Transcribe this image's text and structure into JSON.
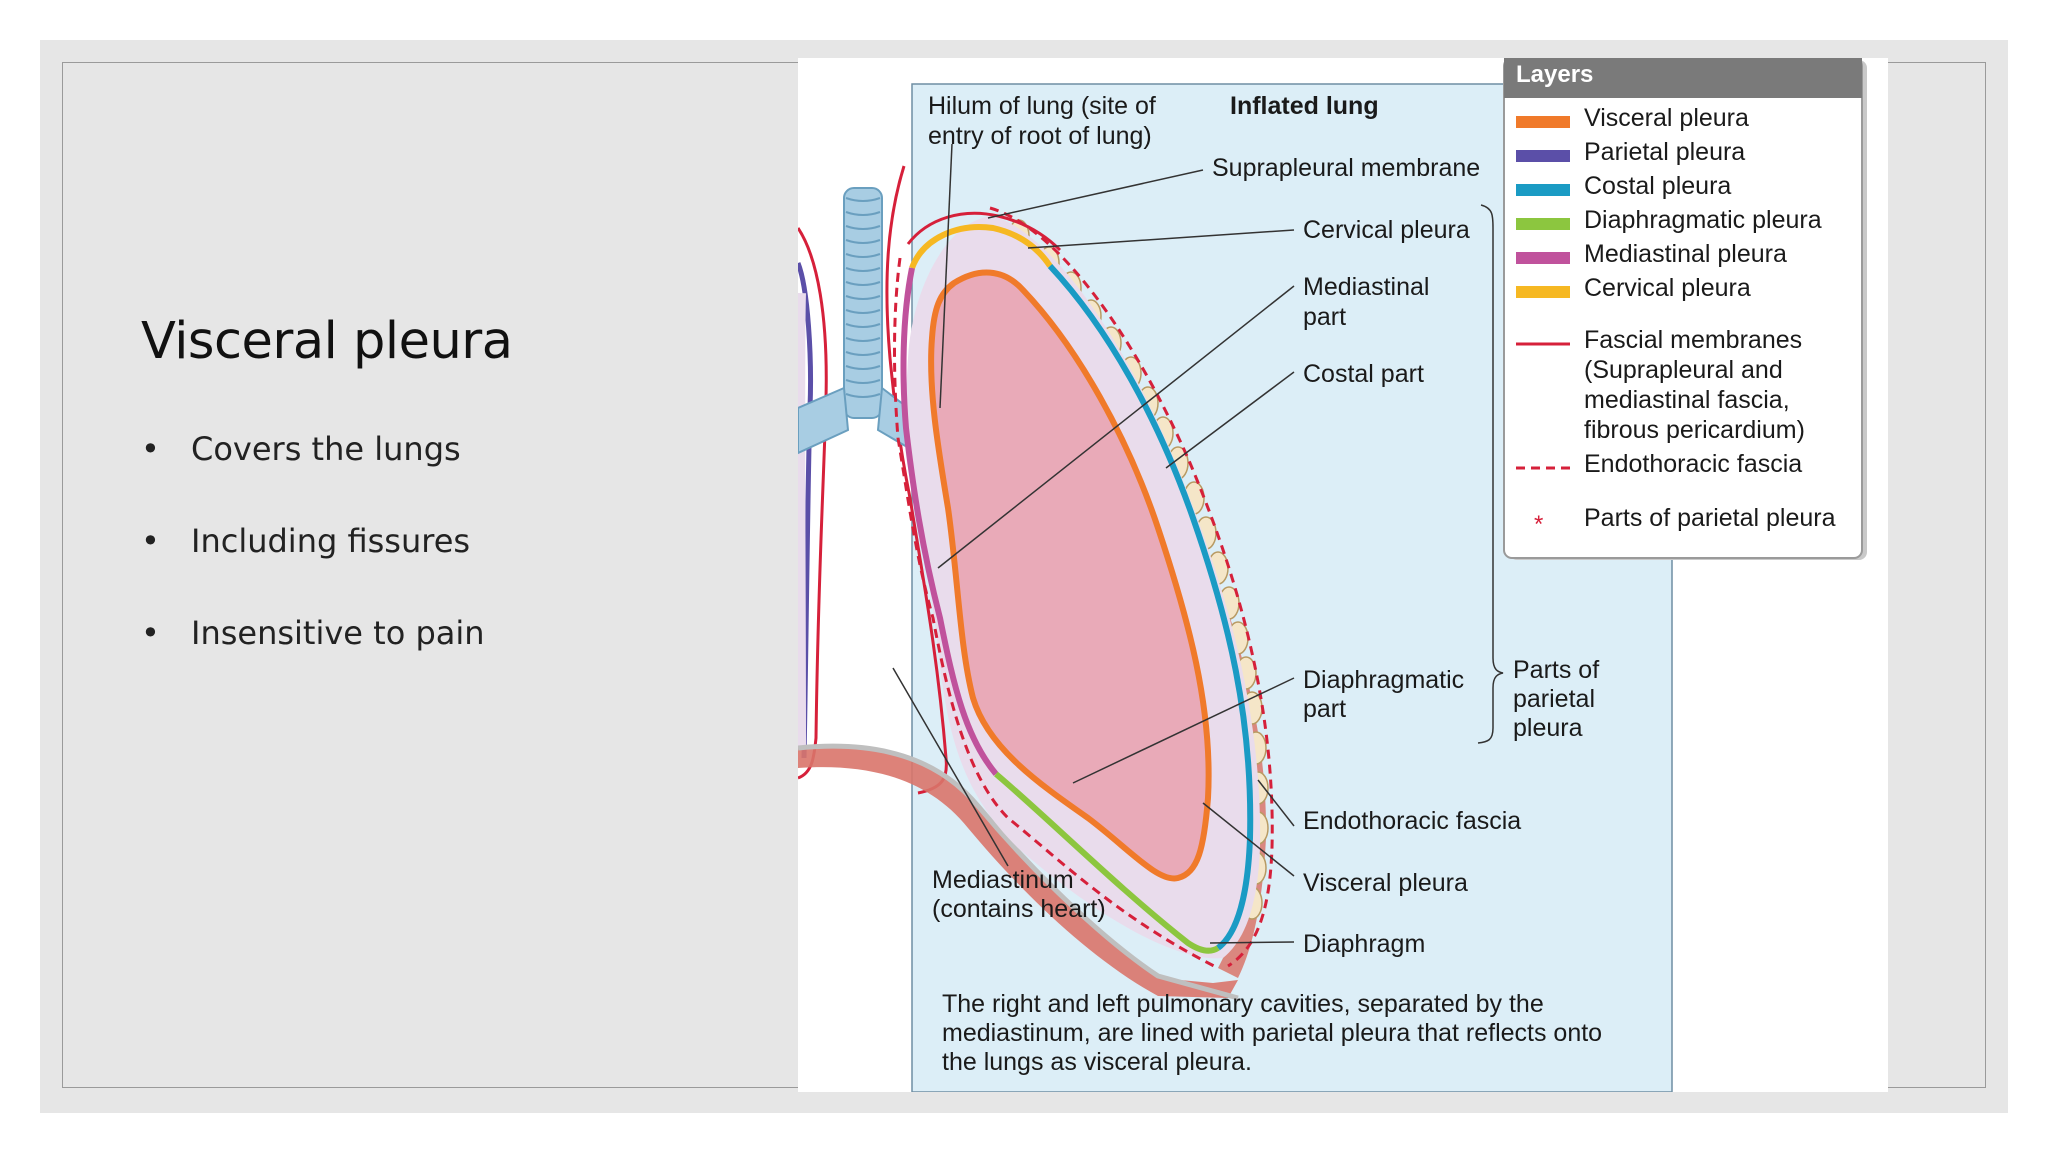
{
  "slide": {
    "title": "Visceral pleura",
    "bullets": [
      "Covers the lungs",
      "Including fissures",
      "Insensitive to pain"
    ]
  },
  "figure": {
    "heading": "Inflated lung",
    "hilum_label": [
      "Hilum of lung (site of",
      "entry of root of lung)"
    ],
    "labels": {
      "suprapleural_membrane": "Suprapleural membrane",
      "cervical_pleura": "Cervical pleura",
      "mediastinal_part": [
        "Mediastinal",
        "part"
      ],
      "costal_part": "Costal part",
      "diaphragmatic_part": [
        "Diaphragmatic",
        "part"
      ],
      "parts_of_parietal_pleura": [
        "Parts of",
        "parietal",
        "pleura"
      ],
      "endothoracic_fascia": "Endothoracic fascia",
      "visceral_pleura": "Visceral pleura",
      "diaphragm": "Diaphragm",
      "mediastinum": [
        "Mediastinum",
        "(contains heart)"
      ]
    },
    "caption": [
      "The right and left pulmonary cavities, separated by the",
      "mediastinum, are lined with parietal pleura that reflects onto",
      "the lungs as visceral pleura."
    ],
    "legend": {
      "title": "Layers",
      "items": [
        {
          "label": [
            "Visceral pleura"
          ],
          "color": "#f07a2a",
          "style": "bar"
        },
        {
          "label": [
            "Parietal pleura"
          ],
          "color": "#5b4fa8",
          "style": "bar"
        },
        {
          "label": [
            "Costal pleura"
          ],
          "color": "#1a9bc4",
          "style": "bar"
        },
        {
          "label": [
            "Diaphragmatic pleura"
          ],
          "color": "#8cc63f",
          "style": "bar"
        },
        {
          "label": [
            "Mediastinal pleura"
          ],
          "color": "#c0529c",
          "style": "bar"
        },
        {
          "label": [
            "Cervical pleura"
          ],
          "color": "#f6b822",
          "style": "bar"
        },
        {
          "label": [
            "Fascial membranes",
            "(Suprapleural and",
            "mediastinal fascia,",
            "fibrous pericardium)"
          ],
          "color": "#d6203a",
          "style": "line"
        },
        {
          "label": [
            "Endothoracic fascia"
          ],
          "color": "#d6203a",
          "style": "dashed"
        },
        {
          "label": [
            "Parts of parietal pleura"
          ],
          "color": "#d6203a",
          "style": "star"
        }
      ]
    },
    "colors": {
      "panel_bg": "#dceef7",
      "lung_fill": "#e9aab8",
      "pleural_cavity": "#e9dcec",
      "visceral": "#f07a2a",
      "costal": "#1a9bc4",
      "diaphragmatic": "#8cc63f",
      "mediastinal": "#c0529c",
      "cervical": "#f6b822",
      "parietal": "#5b4fa8",
      "fascia": "#d6203a",
      "rib": "#f5e6c8",
      "muscle": "#d9746a",
      "trachea": "#a8cde3"
    }
  }
}
